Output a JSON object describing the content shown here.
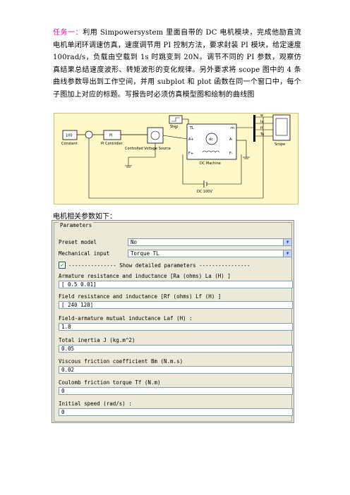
{
  "intro": {
    "task_label": "任务一",
    "task_sep": "：",
    "text": "利用 Simpowersystem 里面自带的 DC 电机模块，完成他励直流电机单闭环调速仿真，速度调节用 PI 控制方法，要求封装 PI 模块，给定速度 100rad/s，负载由空载到 1s 时跳变到 20N。调节不同的 PI 参数，观察仿真结果总结速度波形、转矩波形的变化规律。另外要求将 scope 图中的 4 条曲线参数导出到工作空间，并用 subplot 和 plot 函数在同一个窗口中，每个子图加上对应的标题。写报告时必须仿真模型图和绘制的曲线图"
  },
  "diagram": {
    "constant_value": "100",
    "constant_label": "Constant",
    "pi_text": "PI",
    "pi_label": "PI Controller",
    "cvs_label": "Controlled Voltage Source",
    "step_label": "Step",
    "tl_port": "TL",
    "m_port": "m",
    "a_plus": "A+",
    "a_minus": "A-",
    "f_plus": "F+",
    "f_minus": "F-",
    "dc_text": "dc",
    "dc_machine_label": "DC Machine",
    "dc_source_label": "DC 100V",
    "scope_label": "Scope",
    "bus_outputs": [
      "w",
      "Ia",
      "If",
      "Te"
    ],
    "colors": {
      "background": "#fff8c8",
      "block_border": "#000000"
    }
  },
  "caption": "电机相关参数如下：",
  "dialog": {
    "group_title": "Parameters",
    "preset_label": "Preset model",
    "preset_value": "No",
    "mech_label": "Mechanical input",
    "mech_value": "Torque TL",
    "show_detailed": "---------------  Show detailed parameters  ----------------",
    "params": [
      {
        "label": "Armature resistance and inductance [Ra (ohms) La (H) ]",
        "value": "[ 0.5  0.01]"
      },
      {
        "label": "Field resistance and inductance [Rf (ohms) Lf (H) ]",
        "value": "[ 240  120]"
      },
      {
        "label": "Field-armature mutual inductance Laf (H) :",
        "value": "1.8"
      },
      {
        "label": "Total inertia J (kg.m^2)",
        "value": "0.05"
      },
      {
        "label": "Viscous friction coefficient Bm (N.m.s)",
        "value": "0.02"
      },
      {
        "label": "Coulomb friction torque Tf (N.m)",
        "value": "0"
      },
      {
        "label": "Initial speed (rad/s) :",
        "value": "0"
      }
    ]
  }
}
